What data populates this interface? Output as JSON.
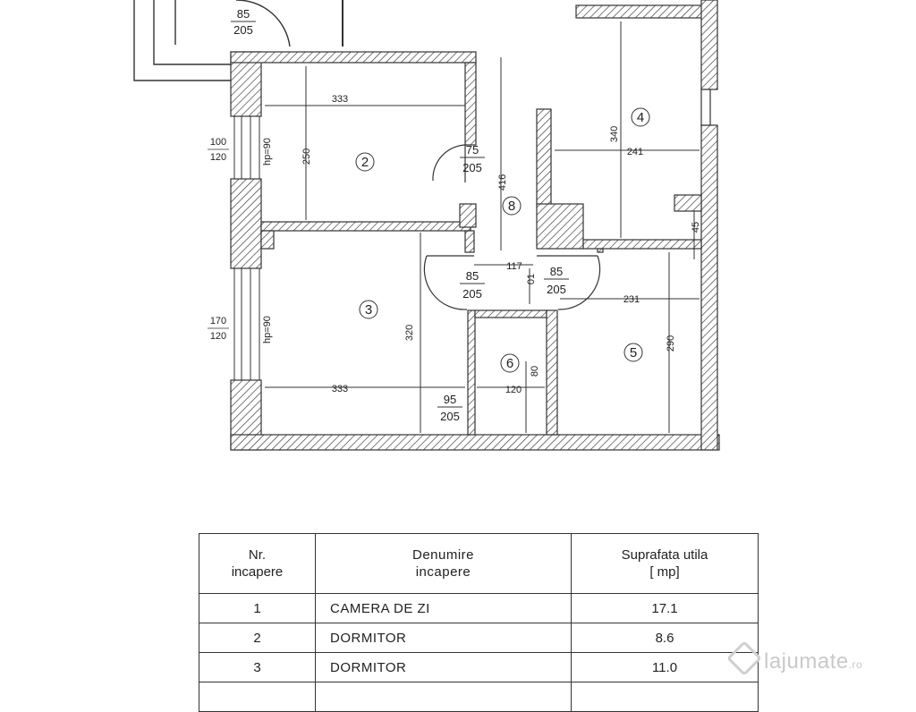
{
  "plan": {
    "rooms": [
      {
        "num": "2"
      },
      {
        "num": "3"
      },
      {
        "num": "4"
      },
      {
        "num": "5"
      },
      {
        "num": "6"
      },
      {
        "num": "8"
      }
    ],
    "doors": [
      {
        "w": "85",
        "h": "205"
      },
      {
        "w": "75",
        "h": "205"
      },
      {
        "w": "85",
        "h": "205"
      },
      {
        "w": "85",
        "h": "205"
      },
      {
        "w": "95",
        "h": "205"
      }
    ],
    "windows": [
      {
        "w": "100",
        "h": "120",
        "hp": "hp=90"
      },
      {
        "w": "170",
        "h": "120",
        "hp": "hp=90"
      }
    ],
    "dims": {
      "r2_width": "333",
      "r2_height": "250",
      "r3_width": "333",
      "r3_height": "320",
      "r4_width": "241",
      "r4_height": "340",
      "r4_niche": "45",
      "r5_width": "231",
      "r5_height": "290",
      "r6_width": "120",
      "r6_height": "80",
      "hall_width": "117",
      "hall_length": "416",
      "hall_small": "01"
    }
  },
  "table": {
    "headers": [
      "Nr.\nincapere",
      "Denumire\nincapere",
      "Suprafata utila\n[ mp]"
    ],
    "rows": [
      {
        "nr": "1",
        "name": "CAMERA DE ZI",
        "area": "17.1"
      },
      {
        "nr": "2",
        "name": "DORMITOR",
        "area": "8.6"
      },
      {
        "nr": "3",
        "name": "DORMITOR",
        "area": "11.0"
      }
    ]
  },
  "watermark": {
    "brand": "lajumate",
    "tld": ".ro"
  }
}
